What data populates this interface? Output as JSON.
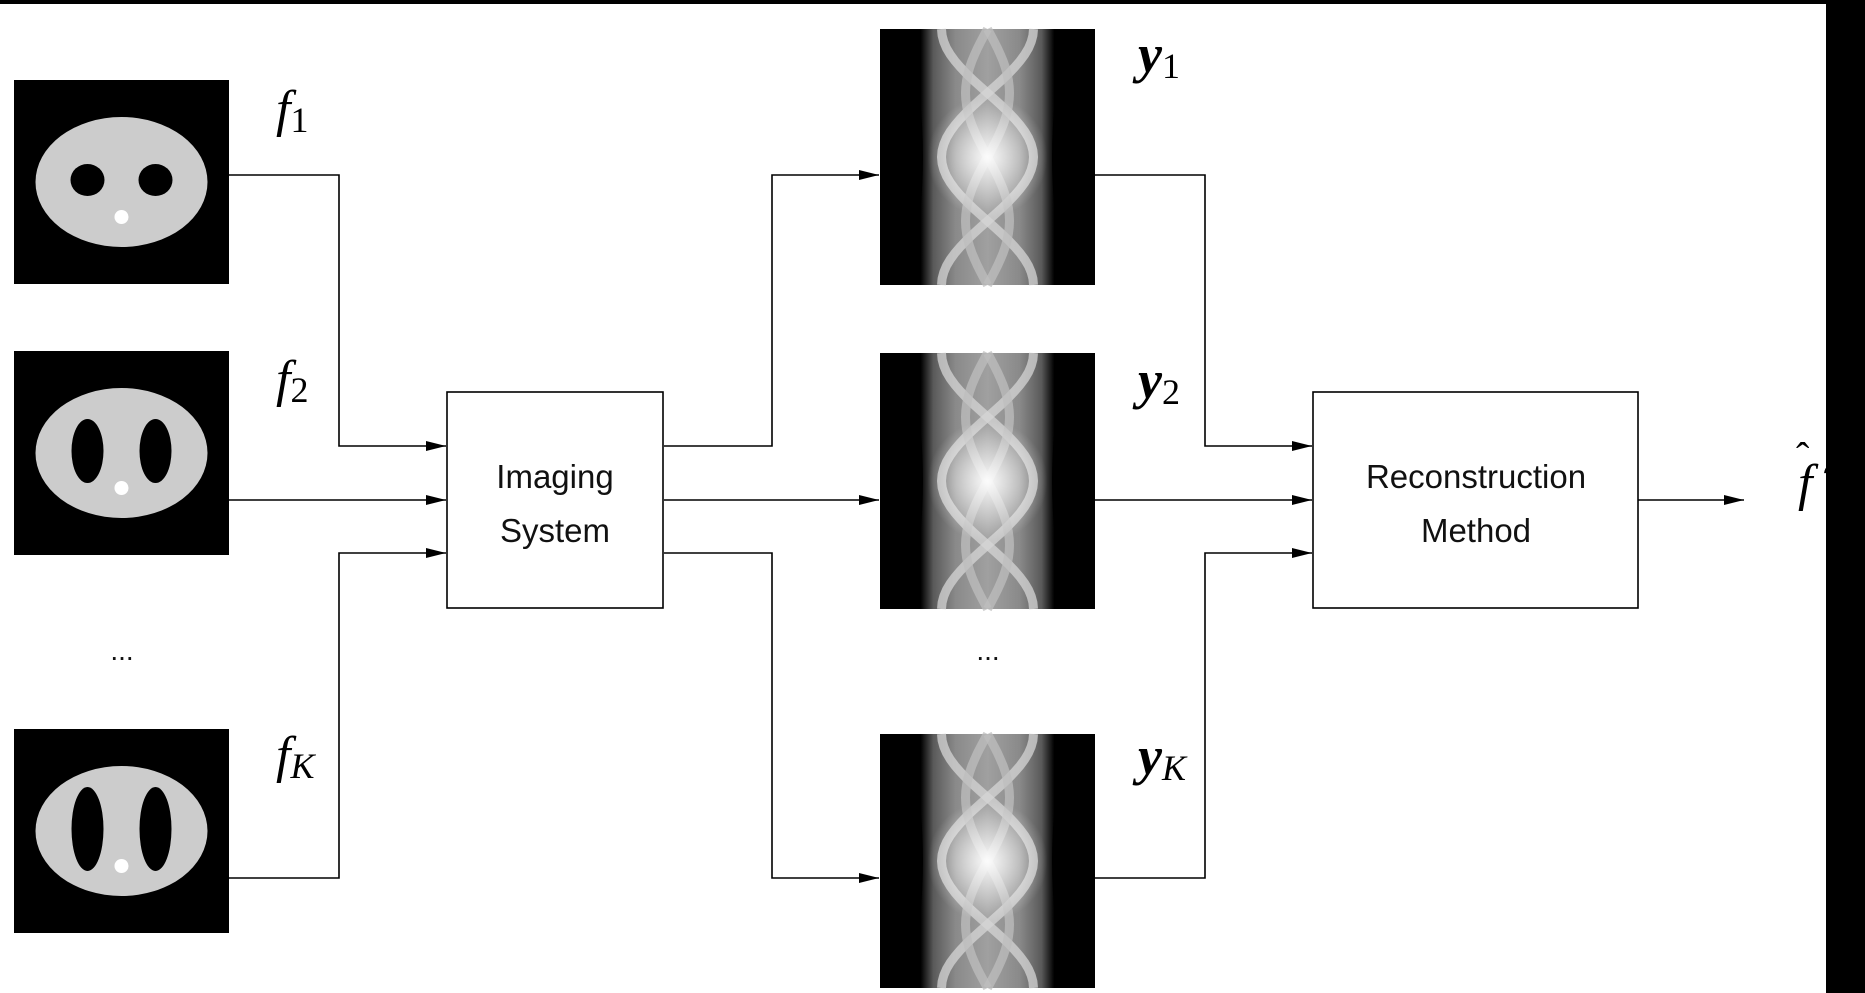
{
  "phantom_labels": [
    {
      "base": "f",
      "sub": "1"
    },
    {
      "base": "f",
      "sub": "2"
    },
    {
      "base": "f",
      "sub": "K"
    }
  ],
  "measurement_labels": [
    {
      "base": "y",
      "sub": "1"
    },
    {
      "base": "y",
      "sub": "2"
    },
    {
      "base": "y",
      "sub": "K"
    }
  ],
  "imaging_box": {
    "line1": "Imaging",
    "line2": "System"
  },
  "recon_box": {
    "line1": "Reconstruction",
    "line2": "Method"
  },
  "ellipsis": "...",
  "output": {
    "base": "f",
    "hat": "ˆ",
    "suffix": "?"
  },
  "colors": {
    "background": "#ffffff",
    "frame": "#000000",
    "phantom_body": "#cccccc",
    "phantom_dark": "#000000",
    "phantom_spot": "#ffffff"
  }
}
